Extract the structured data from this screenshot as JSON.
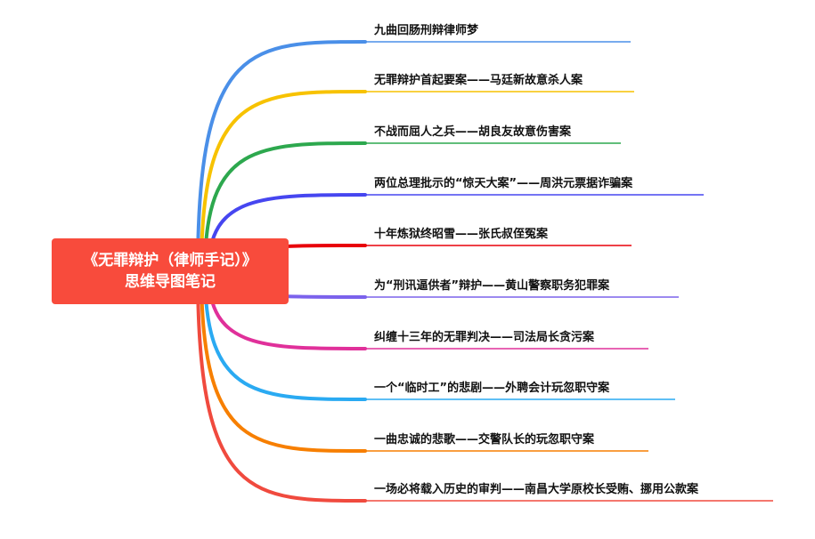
{
  "root": {
    "line1": "《无罪辩护（律师手记）》",
    "line2": "思维导图笔记",
    "color": "#f84b3c"
  },
  "branches": [
    {
      "label": "九曲回肠刑辩律师梦",
      "color": "#4a8fe8"
    },
    {
      "label": "无罪辩护首起要案——马廷新故意杀人案",
      "color": "#f7c200"
    },
    {
      "label": "不战而屈人之兵——胡良友故意伤害案",
      "color": "#2da84e"
    },
    {
      "label": "两位总理批示的“惊天大案”——周洪元票据诈骗案",
      "color": "#4646f0"
    },
    {
      "label": "十年炼狱终昭雪——张氏叔侄冤案",
      "color": "#e8000a"
    },
    {
      "label": "为“刑讯逼供者”辩护——黄山警察职务犯罪案",
      "color": "#7b62ec"
    },
    {
      "label": "纠缠十三年的无罪判决——司法局长贪污案",
      "color": "#e0309a"
    },
    {
      "label": "一个“临时工”的悲剧——外聘会计玩忽职守案",
      "color": "#2aaaf2"
    },
    {
      "label": "一曲忠诚的悲歌——交警队长的玩忽职守案",
      "color": "#f77f00"
    },
    {
      "label": "一场必将载入历史的审判——南昌大学原校长受贿、挪用公款案",
      "color": "#f04a3e"
    }
  ]
}
